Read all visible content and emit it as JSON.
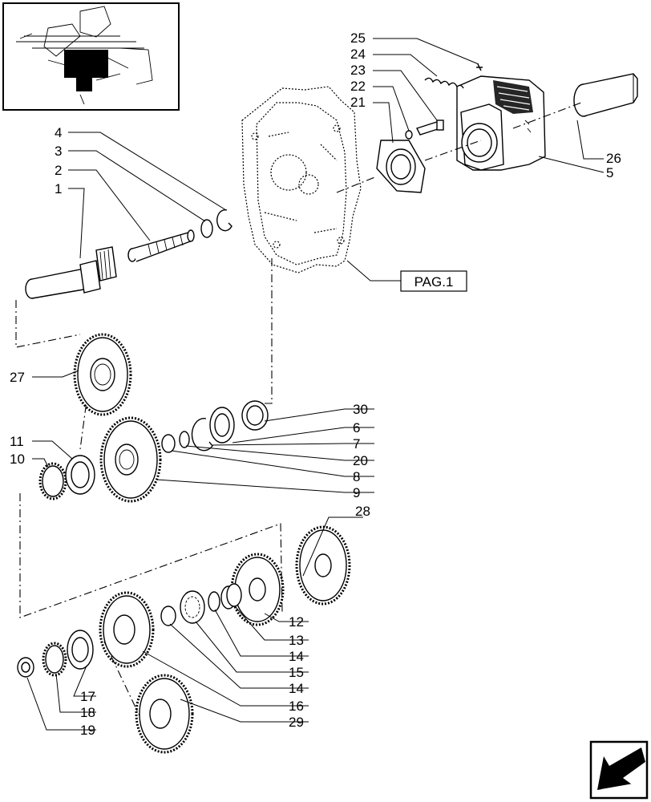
{
  "diagram": {
    "reference_box_label": "PAG.1",
    "callouts": {
      "c1": "1",
      "c2": "2",
      "c3": "3",
      "c4": "4",
      "c5": "5",
      "c6": "6",
      "c7": "7",
      "c8": "8",
      "c9": "9",
      "c10": "10",
      "c11": "11",
      "c12": "12",
      "c13": "13",
      "c14a": "14",
      "c14b": "14",
      "c15": "15",
      "c16": "16",
      "c17": "17",
      "c18": "18",
      "c19": "19",
      "c20": "20",
      "c21": "21",
      "c22": "22",
      "c23": "23",
      "c24": "24",
      "c25": "25",
      "c26": "26",
      "c27": "27",
      "c28": "28",
      "c29": "29",
      "c30": "30"
    },
    "icons": {
      "inset": "assembly-thumbnail-icon",
      "nav": "next-page-arrow-icon"
    }
  }
}
